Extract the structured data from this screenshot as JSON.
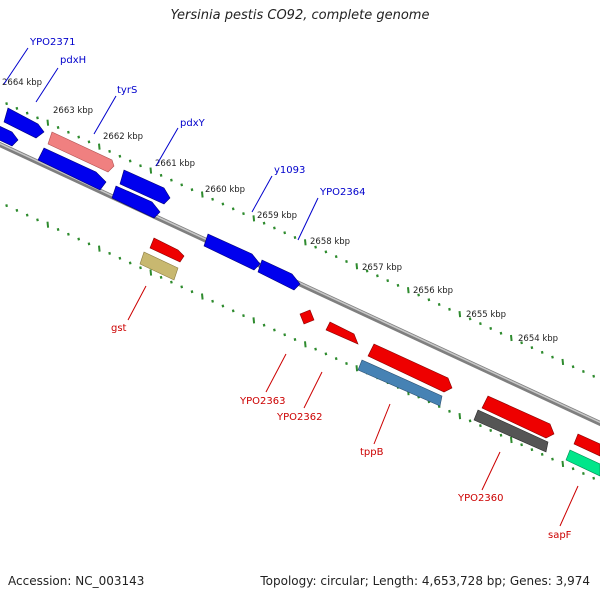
{
  "title": "Yersinia pestis CO92, complete genome",
  "footer": {
    "accession": "Accession: NC_003143",
    "summary": "Topology: circular; Length: 4,653,728 bp; Genes: 3,974"
  },
  "colors": {
    "backbone": "#808080",
    "tick": "#2e8b2e",
    "forward_label": "#0000cc",
    "reverse_label": "#cc0000",
    "blue_gene": "#0000ee",
    "red_gene": "#ee0000",
    "pink_gene": "#f08080",
    "olive_gene": "#c8b870",
    "steel_gene": "#4682b4",
    "gray_gene": "#555555",
    "green_gene": "#00e68a"
  },
  "ruler": [
    "2664 kbp",
    "2663 kbp",
    "2662 kbp",
    "2661 kbp",
    "2660 kbp",
    "2659 kbp",
    "2658 kbp",
    "2657 kbp",
    "2656 kbp",
    "2655 kbp",
    "2654 kbp"
  ],
  "forward_genes": [
    "YPO2371",
    "pdxH",
    "tyrS",
    "pdxY",
    "y1093",
    "YPO2364"
  ],
  "reverse_genes": [
    "gst",
    "YPO2363",
    "YPO2362",
    "tppB",
    "YPO2360",
    "sapF"
  ]
}
